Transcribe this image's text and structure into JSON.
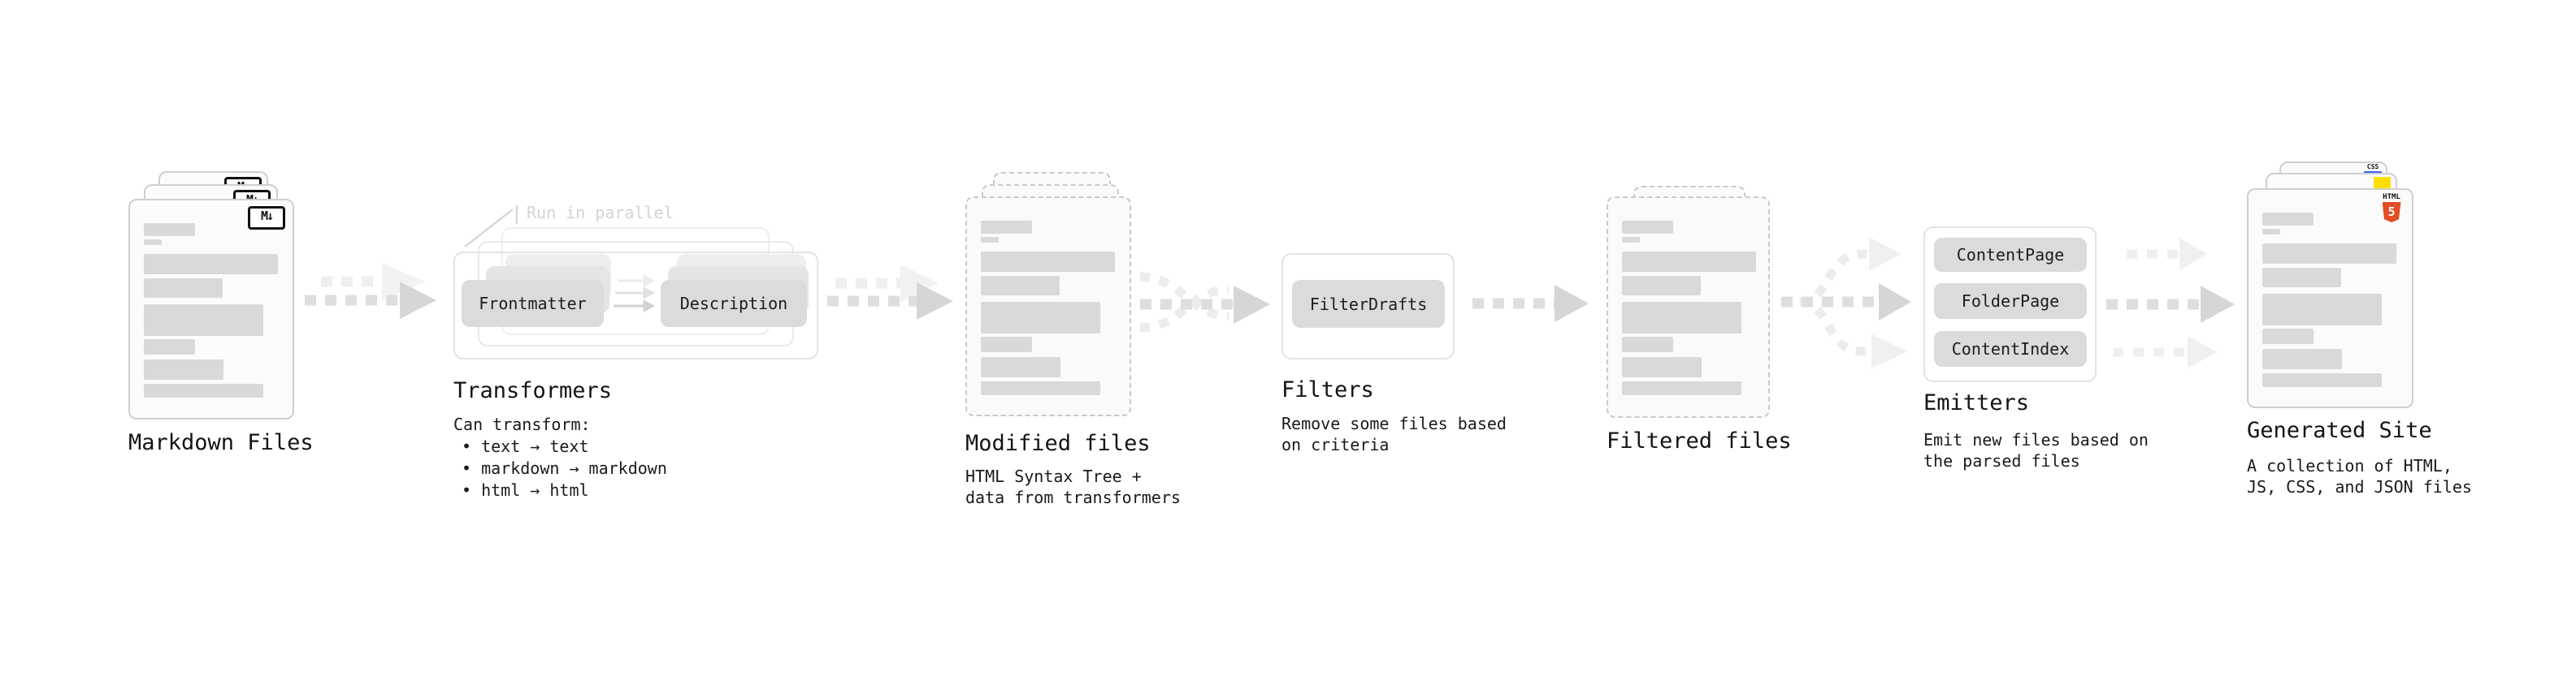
{
  "markdown": {
    "label": "Markdown Files",
    "file_icon": "M↓"
  },
  "transformers": {
    "label": "Transformers",
    "note": "Run in parallel",
    "chips": [
      "Frontmatter",
      "Description"
    ],
    "desc_title": "Can transform:",
    "bullets": [
      "• text → text",
      "• markdown → markdown",
      "• html → html"
    ]
  },
  "modified": {
    "label": "Modified files",
    "desc": [
      "HTML Syntax Tree +",
      "data from transformers"
    ]
  },
  "filters": {
    "label": "Filters",
    "chip": "FilterDrafts",
    "desc": [
      "Remove some files based",
      "on criteria"
    ]
  },
  "filtered": {
    "label": "Filtered files"
  },
  "emitters": {
    "label": "Emitters",
    "chips": [
      "ContentPage",
      "FolderPage",
      "ContentIndex"
    ],
    "desc": [
      "Emit new files based on",
      "the parsed files"
    ]
  },
  "generated": {
    "label": "Generated Site",
    "desc": [
      "A collection of HTML,",
      "JS, CSS, and JSON files"
    ],
    "css_badge": "CSS",
    "html5_badge_label": "HTML",
    "html5_badge_number": "5"
  },
  "colors": {
    "html5_orange": "#e44d26",
    "js_yellow": "#ffdf00",
    "css_blue": "#3b63f3",
    "bar_gray": "#d9d9d9",
    "chip_gray": "#dbdbdb",
    "note_gray": "#d4d4d4"
  }
}
